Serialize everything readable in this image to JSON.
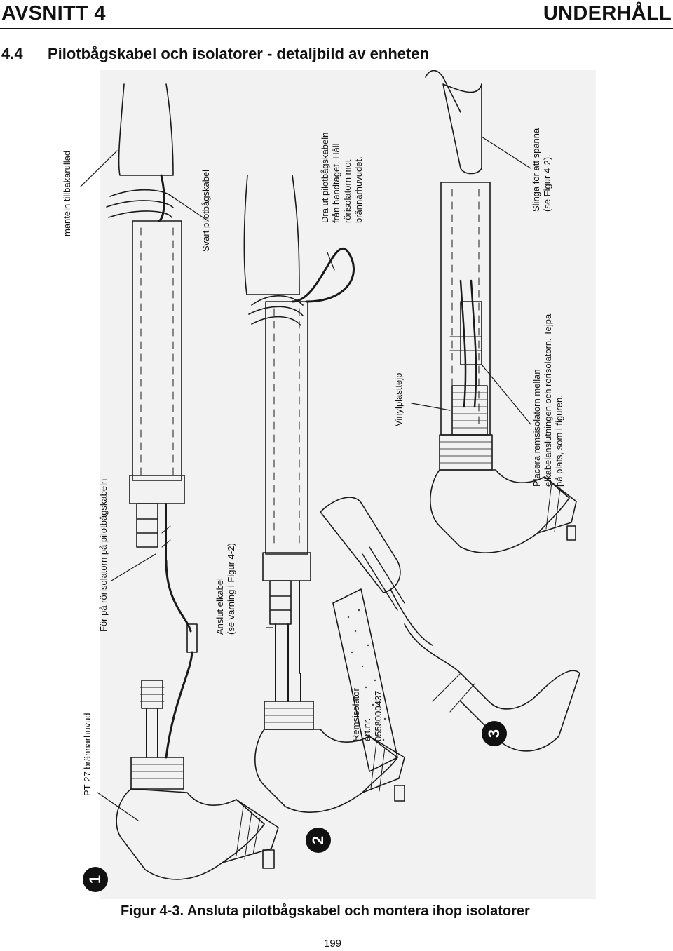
{
  "header": {
    "section": "AVSNITT 4",
    "chapter": "UNDERHÅLL"
  },
  "title": {
    "number": "4.4",
    "text": "Pilotbågskabel och isolatorer - detaljbild av enheten"
  },
  "steps": [
    "1",
    "2",
    "3"
  ],
  "labels": {
    "mantel": "manteln tillbakarullad",
    "for_pa": "För på rörisolatorn på pilotbågskabeln",
    "pt27": "PT-27 brännarhuvud",
    "svart": "Svart pilotbågskabel",
    "anslut_1": "Anslut elkabel",
    "anslut_2": "(se varning i Figur 4-2)",
    "remsisolator_1": "Remsisolator",
    "remsisolator_2": "art.nr.",
    "remsisolator_3": "0558000437",
    "dra_1": "Dra ut pilotbågskabeln",
    "dra_2": "från handtaget. Håll",
    "dra_3": "rörisolatorn mot",
    "dra_4": "brännarhuvudet.",
    "vinyl": "Vinylplasttejp",
    "slinga_1": "Slinga för att spänna",
    "slinga_2": "(se Figur 4-2).",
    "placera_1": "Placera remsisolatorn mellan",
    "placera_2": "elkabelanslutningen och rörisolatorn. Tejpa",
    "placera_3": "på plats, som i figuren."
  },
  "caption": "Figur 4-3. Ansluta pilotbågskabel och montera ihop isolatorer",
  "page_number": "199"
}
